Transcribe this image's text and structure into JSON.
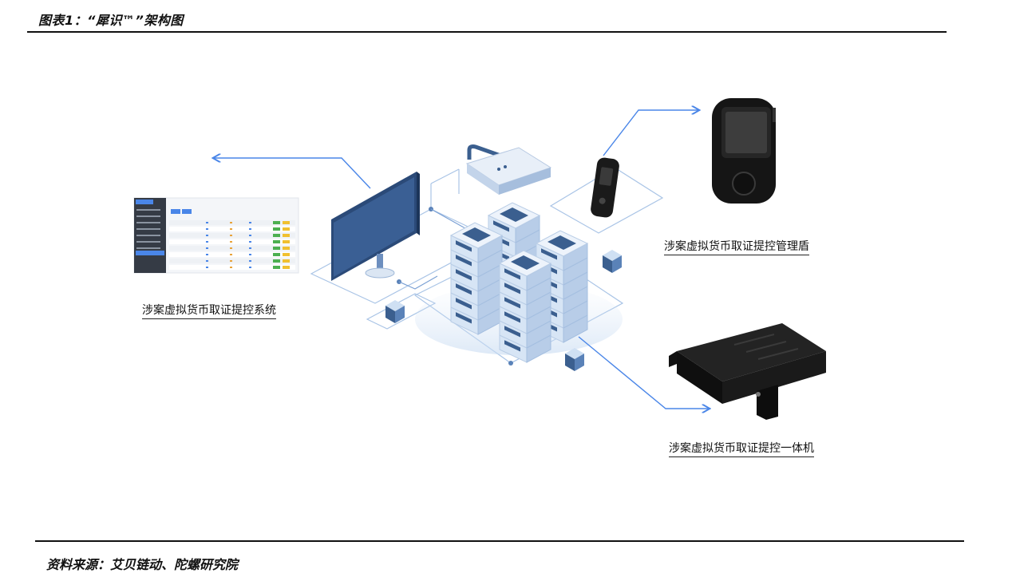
{
  "figure": {
    "title": "图表1：“犀识™”架构图",
    "source": "资料来源：艾贝链动、陀螺研究院"
  },
  "nodes": {
    "system": {
      "label": "涉案虚拟货币取证提控系统"
    },
    "shield": {
      "label": "涉案虚拟货币取证提控管理盾"
    },
    "appliance": {
      "label": "涉案虚拟货币取证提控一体机"
    }
  },
  "colors": {
    "accent_line": "#4a86e8",
    "server_front": "#cfe0f3",
    "server_dark": "#3b5f8f",
    "monitor": "#2b4a78",
    "device": "#1a1a1a"
  }
}
